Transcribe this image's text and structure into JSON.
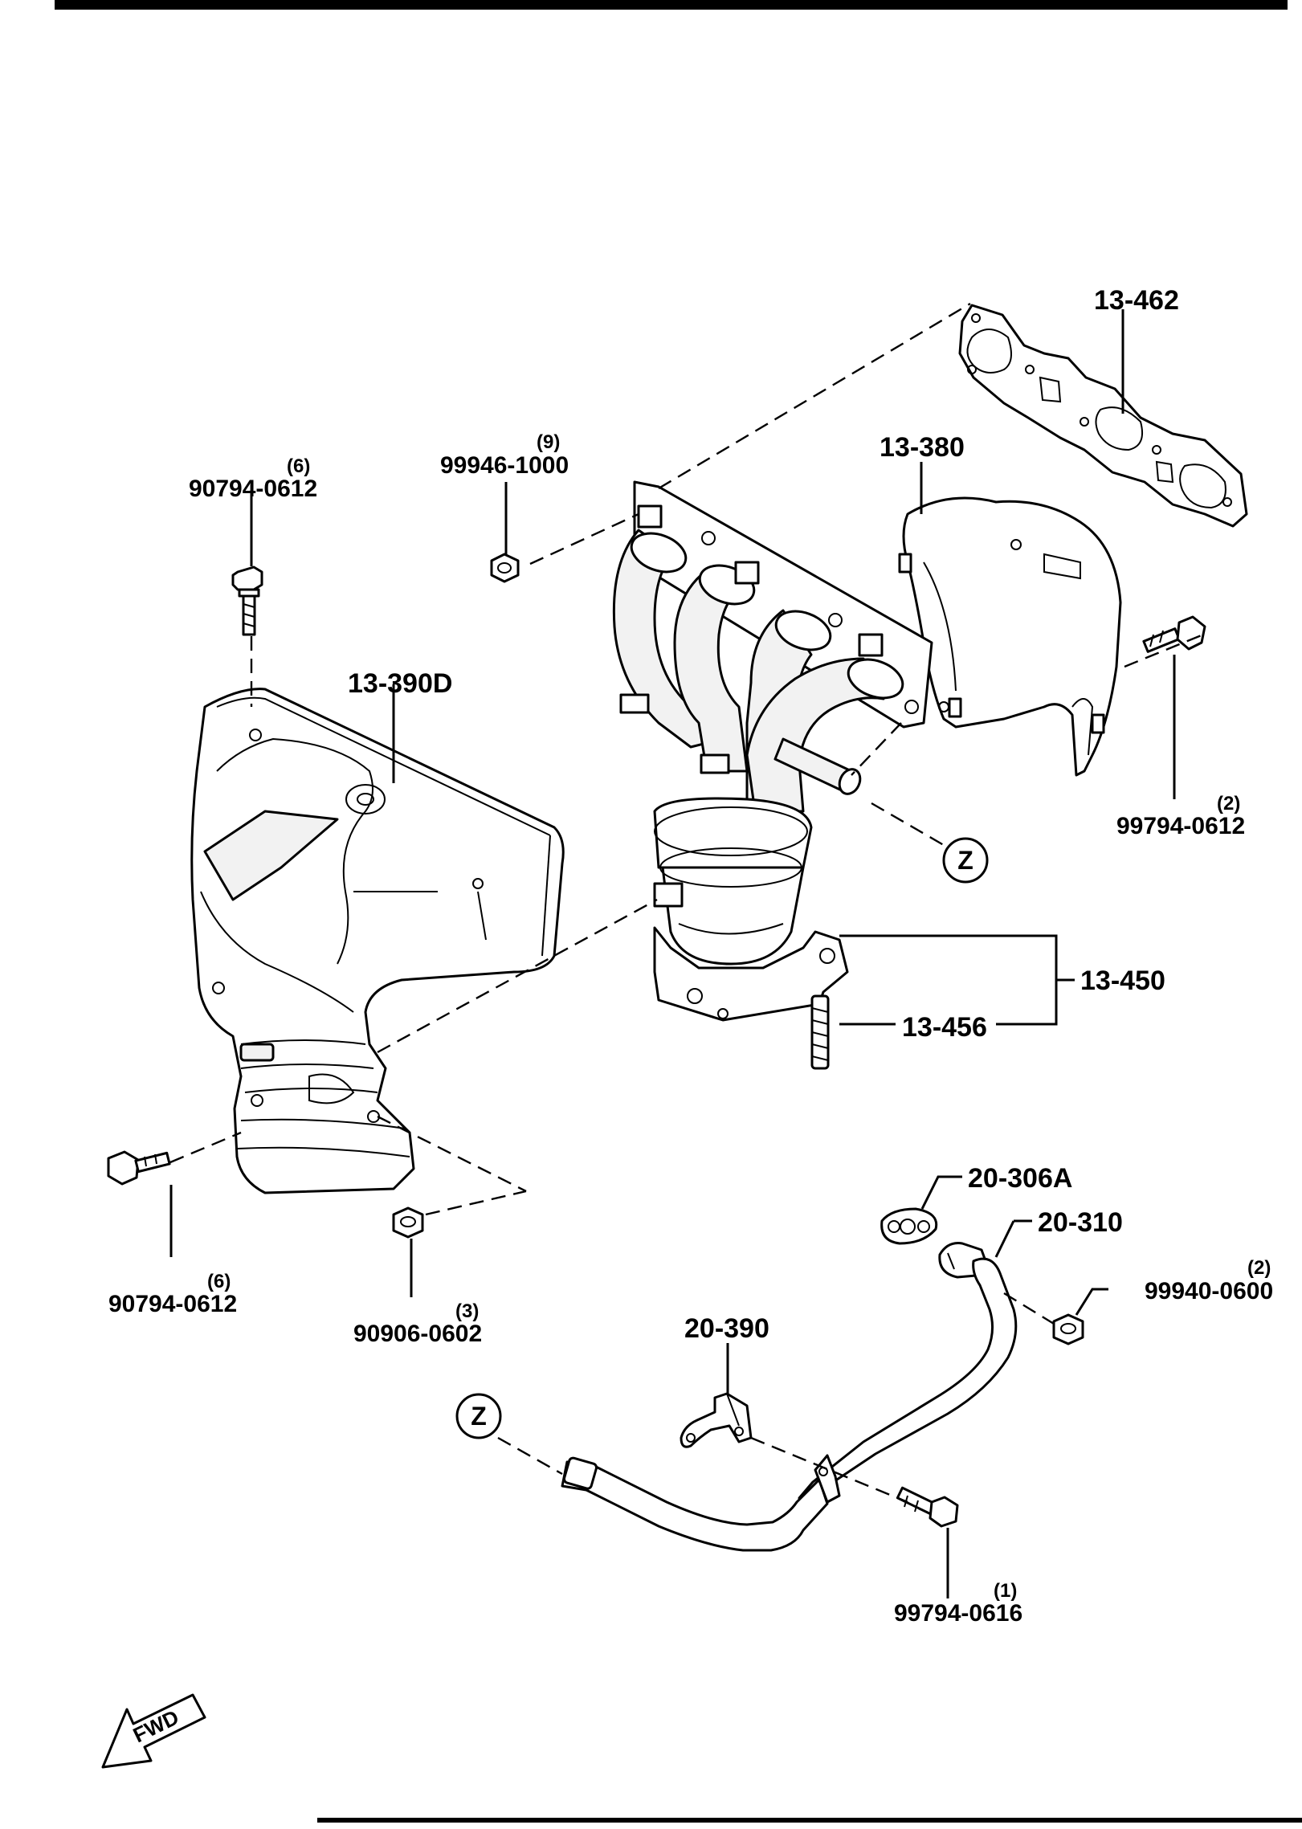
{
  "labels": {
    "gasket_manifold": "13-462",
    "insulator_upper": "13-380",
    "insulator_front": "13-390D",
    "manifold_assy": "13-450",
    "stud": "13-456",
    "gasket_pipe": "20-306A",
    "pipe": "20-310",
    "bracket": "20-390",
    "nut_manifold": {
      "part": "99946-1000",
      "qty": "(9)"
    },
    "bolt_top_left": {
      "part": "90794-0612",
      "qty": "(6)"
    },
    "bolt_right": {
      "part": "99794-0612",
      "qty": "(2)"
    },
    "bolt_bottom_left": {
      "part": "90794-0612",
      "qty": "(6)"
    },
    "nut_bottom": {
      "part": "90906-0602",
      "qty": "(3)"
    },
    "nut_pipe": {
      "part": "99940-0600",
      "qty": "(2)"
    },
    "bolt_bracket": {
      "part": "99794-0616",
      "qty": "(1)"
    },
    "connector_ref_top": "Z",
    "connector_ref_bottom": "Z",
    "fwd_arrow": "FWD"
  }
}
